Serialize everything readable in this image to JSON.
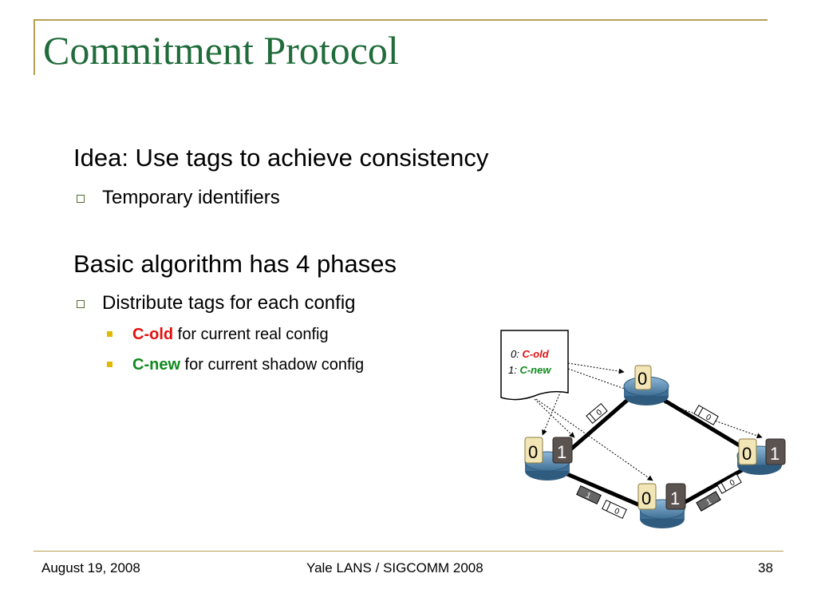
{
  "slide": {
    "title": "Commitment Protocol",
    "bullets": {
      "idea": "Idea: Use tags to achieve consistency",
      "temporary": "Temporary identifiers",
      "basic": "Basic algorithm has 4 phases",
      "distribute": "Distribute tags for each config",
      "cold_label": "C-old",
      "cold_rest": " for current real config",
      "cnew_label": "C-new",
      "cnew_rest": " for current shadow config"
    },
    "colors": {
      "title": "#1f6b3a",
      "c_old": "#e30f0f",
      "c_new": "#0f8a1e",
      "rule": "#b7a054",
      "router": "#4d82a8"
    }
  },
  "diagram": {
    "note": {
      "line1_prefix": "0: ",
      "line1_tag": "C-old",
      "line2_prefix": "1: ",
      "line2_tag": "C-new"
    },
    "routers": {
      "top_tag": "0",
      "left_tags": [
        "0",
        "1"
      ],
      "right_tags": [
        "0",
        "1"
      ],
      "bottom_tags": [
        "0",
        "1"
      ]
    },
    "packets": {
      "top_left_link": "0",
      "top_right_link": "0",
      "bottom_left_link": [
        "1",
        "0"
      ],
      "bottom_right_link": [
        "1",
        "0"
      ]
    }
  },
  "footer": {
    "date": "August 19, 2008",
    "center": "Yale LANS / SIGCOMM 2008",
    "page": "38"
  }
}
